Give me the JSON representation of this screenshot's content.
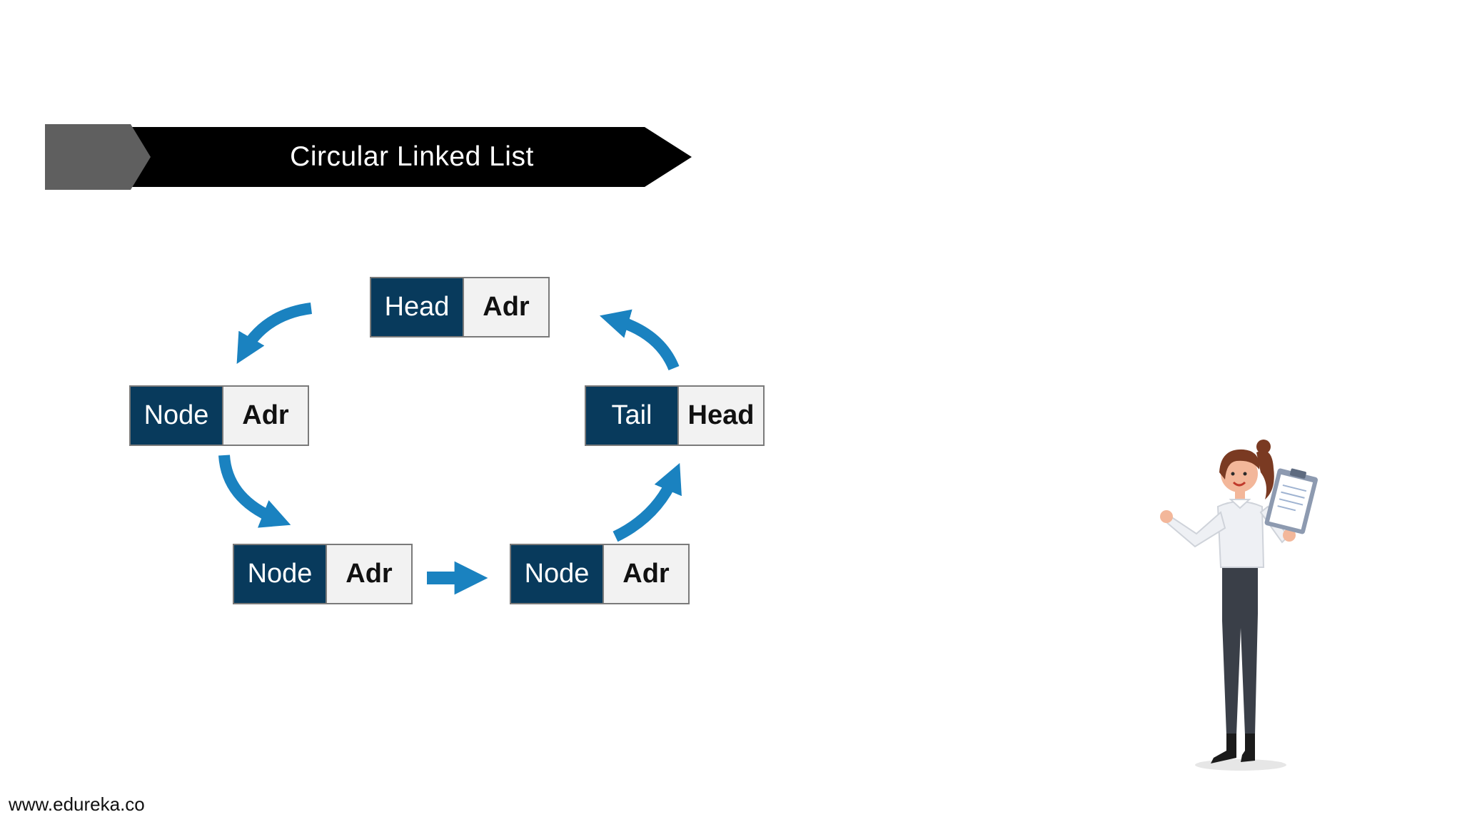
{
  "slide": {
    "title": "Circular Linked List",
    "footer_url": "www.edureka.co"
  },
  "nodes": [
    {
      "id": "head",
      "data_label": "Head",
      "pointer_label": "Adr"
    },
    {
      "id": "node-1",
      "data_label": "Node",
      "pointer_label": "Adr"
    },
    {
      "id": "node-2",
      "data_label": "Node",
      "pointer_label": "Adr"
    },
    {
      "id": "node-3",
      "data_label": "Node",
      "pointer_label": "Adr"
    },
    {
      "id": "tail",
      "data_label": "Tail",
      "pointer_label": "Head"
    }
  ],
  "colors": {
    "node_dark": "#083a5c",
    "node_light": "#f2f2f2",
    "arrow": "#1a82c0",
    "banner": "#000000",
    "banner_tab": "#5f5f5f"
  },
  "icons": {
    "presenter": "woman-with-clipboard-illustration",
    "arrows": "curved-arrow"
  }
}
